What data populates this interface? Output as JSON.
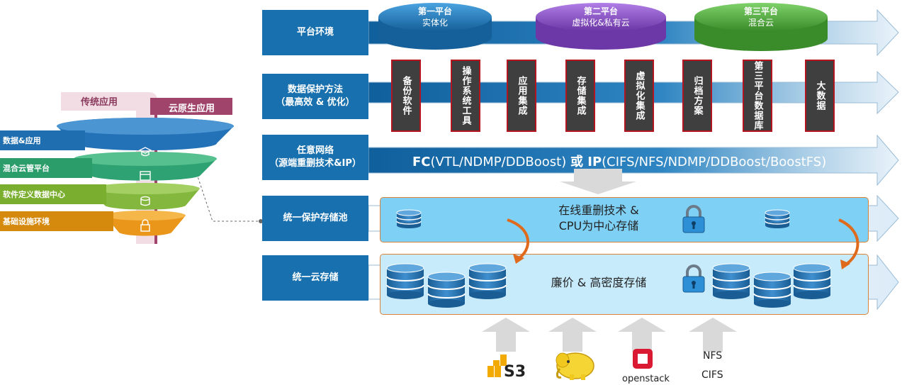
{
  "rows": [
    {
      "label_line1": "平台环境",
      "label_line2": ""
    },
    {
      "label_line1": "数据保护方法",
      "label_line2": "（最高效 & 优化）"
    },
    {
      "label_line1": "任意网络",
      "label_line2": "（源端重删技术&IP）"
    },
    {
      "label_line1": "统一保护存储池",
      "label_line2": ""
    },
    {
      "label_line1": "统一云存储",
      "label_line2": ""
    }
  ],
  "platforms": [
    {
      "title": "第一平台",
      "subtitle": "实体化",
      "color": "#1e7fc6"
    },
    {
      "title": "第二平台",
      "subtitle": "虚拟化&私有云",
      "color": "#8a4fc6"
    },
    {
      "title": "第三平台",
      "subtitle": "混合云",
      "color": "#4caf3a"
    }
  ],
  "methods": [
    "备份软件",
    "操作系统工具",
    "应用集成",
    "存储集成",
    "虚拟化集成",
    "归档方案",
    "第三平台数据库",
    "大数据"
  ],
  "network": {
    "fc_bold": "FC",
    "fc_rest": "(VTL/NDMP/DDBoost) ",
    "or": "或",
    "ip_bold": " IP",
    "ip_rest": "(CIFS/NFS/NDMP/DDBoost/BoostFS)"
  },
  "pool": {
    "line1": "在线重删技术 &",
    "line2": "CPU为中心存储"
  },
  "cloud": {
    "text": "廉价 & 高密度存储"
  },
  "protocols": {
    "s3": "S3",
    "openstack": "openstack",
    "nfs": "NFS",
    "cifs": "CIFS"
  },
  "funnel": {
    "legacy": "传统应用",
    "cloud_native": "云原生应用",
    "layers": [
      "数据&应用",
      "混合云管平台",
      "软件定义数据中心",
      "基础设施环境"
    ],
    "layer_colors": [
      "#1f6fb0",
      "#2a9d6a",
      "#7aae2e",
      "#d58a0d"
    ]
  }
}
